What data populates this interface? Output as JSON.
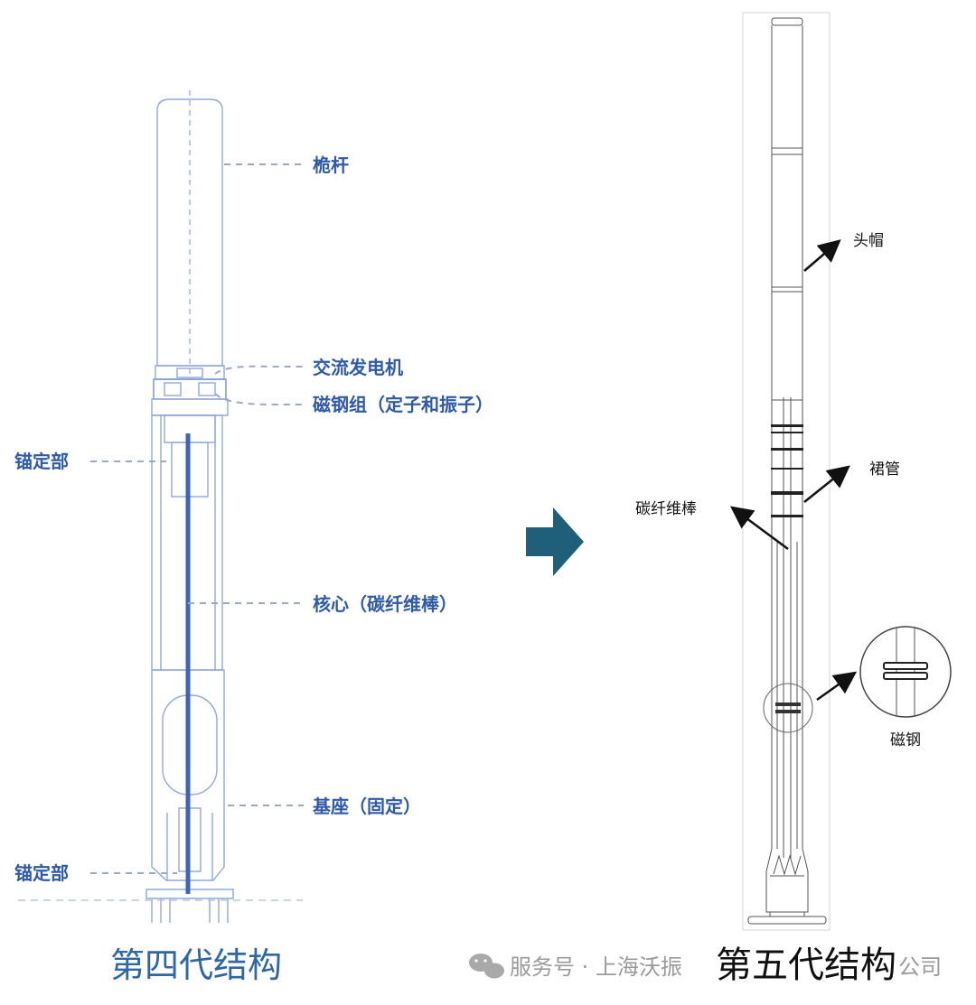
{
  "left": {
    "labels": {
      "mast": "桅杆",
      "alternator": "交流发电机",
      "magnet_group": "磁钢组（定子和振子）",
      "anchor_top": "锚定部",
      "core": "核心（碳纤维棒）",
      "base": "基座（固定）",
      "anchor_bottom": "锚定部"
    },
    "caption": "第四代结构"
  },
  "right": {
    "labels": {
      "cap": "头帽",
      "skirt_tube": "裙管",
      "carbon_rod": "碳纤维棒",
      "magnet": "磁钢"
    },
    "caption": "第五代结构"
  },
  "watermark": "服务号 · 上海沃振",
  "watermark_tail": "公司",
  "colors": {
    "blue_label": "#2f5aa8",
    "line_blue": "#6f8fcf",
    "arrow_teal": "#1f5f7a"
  }
}
